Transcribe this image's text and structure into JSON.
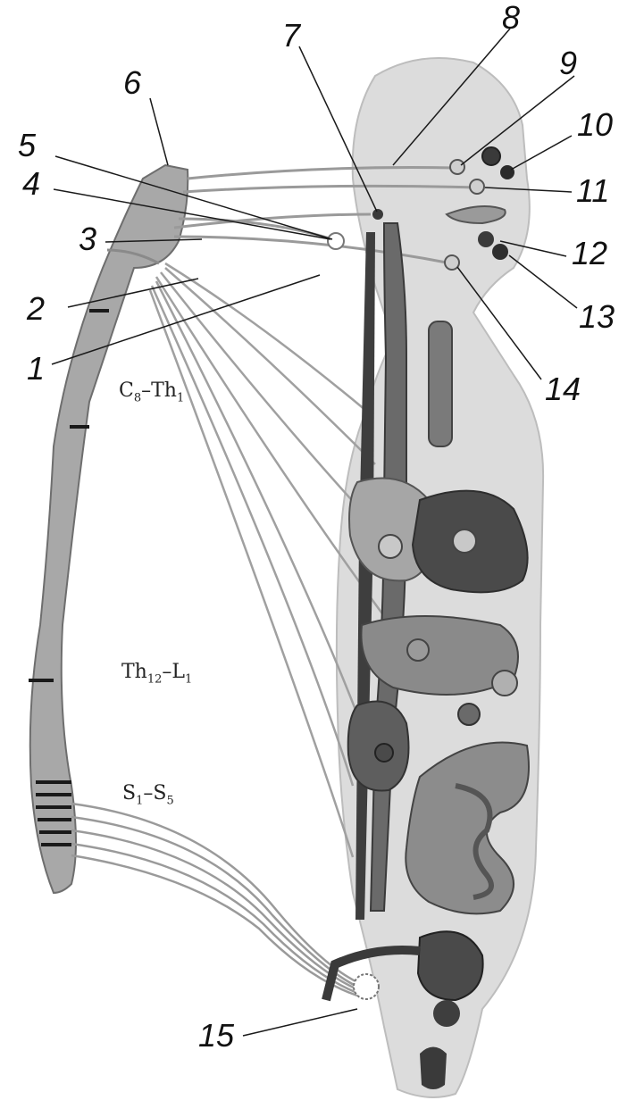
{
  "callouts": {
    "n1": "1",
    "n2": "2",
    "n3": "3",
    "n4": "4",
    "n5": "5",
    "n6": "6",
    "n7": "7",
    "n8": "8",
    "n9": "9",
    "n10": "10",
    "n11": "11",
    "n12": "12",
    "n13": "13",
    "n14": "14",
    "n15": "15"
  },
  "segments": {
    "cervical_thoracic": {
      "main": "C",
      "sub1": "8",
      "mid": "–Th",
      "sub2": "1"
    },
    "thoracolumbar": {
      "main": "Th",
      "sub1": "12",
      "mid": "–L",
      "sub2": "1"
    },
    "sacral": {
      "main": "S",
      "sub1": "1",
      "mid": "–S",
      "sub2": "5"
    }
  },
  "colors": {
    "line": "#222222",
    "cord_fill": "#a8a8a8",
    "body_fill": "#dcdcdc",
    "organ_dark": "#4a4a4a",
    "organ_mid": "#7a7a7a",
    "nerve": "#9a9a9a"
  }
}
